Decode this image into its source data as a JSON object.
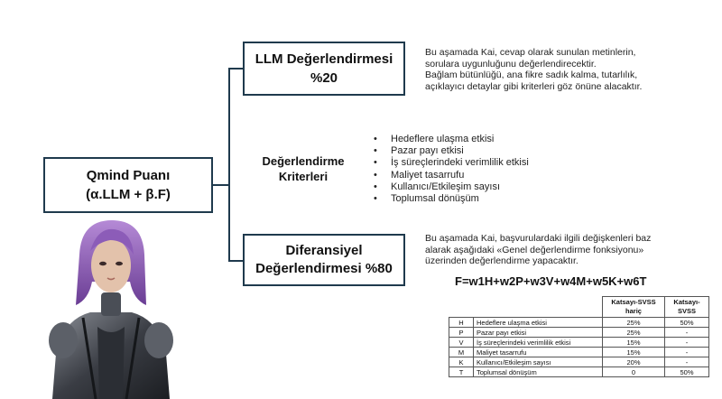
{
  "qmind": {
    "title": "Qmind Puanı",
    "formula": "(α.LLM + β.F)"
  },
  "llm": {
    "title": "LLM Değerlendirmesi",
    "percent": "%20",
    "desc": [
      "Bu aşamada Kai, cevap olarak sunulan  metinlerin,",
      "sorulara uygunluğunu değerlendirecektir.",
      "Bağlam bütünlüğü, ana fikre sadık kalma, tutarlılık,",
      "açıklayıcı detaylar gibi kriterleri göz önüne alacaktır."
    ]
  },
  "criteria": {
    "title_line1": "Değerlendirme",
    "title_line2": "Kriterleri",
    "items": [
      "Hedeflere ulaşma etkisi",
      "Pazar payı etkisi",
      "İş süreçlerindeki verimlilik etkisi",
      "Maliyet tasarrufu",
      "Kullanıcı/Etkileşim sayısı",
      "Toplumsal dönüşüm"
    ]
  },
  "diferansiyel": {
    "title_line1": "Diferansiyel",
    "title_line2": "Değerlendirmesi %80",
    "desc": [
      "Bu aşamada Kai, başvurulardaki ilgili değişkenleri baz",
      "alarak  aşağıdaki «Genel değerlendirme fonksiyonu»",
      "üzerinden değerlendirme yapacaktır."
    ],
    "formula": "F=w1H+w2P+w3V+w4M+w5K+w6T"
  },
  "table": {
    "headers": [
      "Katsayı-SVSS hariç",
      "Katsayı-SVSS"
    ],
    "rows": [
      {
        "code": "H",
        "label": "Hedeflere ulaşma etkisi",
        "v1": "25%",
        "v2": "50%"
      },
      {
        "code": "P",
        "label": "Pazar payı etkisi",
        "v1": "25%",
        "v2": "-"
      },
      {
        "code": "V",
        "label": "İş süreçlerindeki verimlilik etkisi",
        "v1": "15%",
        "v2": "-"
      },
      {
        "code": "M",
        "label": "Maliyet tasarrufu",
        "v1": "15%",
        "v2": "-"
      },
      {
        "code": "K",
        "label": "Kullanıcı/Etkileşim sayısı",
        "v1": "20%",
        "v2": "-"
      },
      {
        "code": "T",
        "label": "Toplumsal dönüşüm",
        "v1": "0",
        "v2": "50%"
      }
    ]
  },
  "colors": {
    "box_border": "#1f3a4d",
    "hair": "#9b5fc0"
  }
}
